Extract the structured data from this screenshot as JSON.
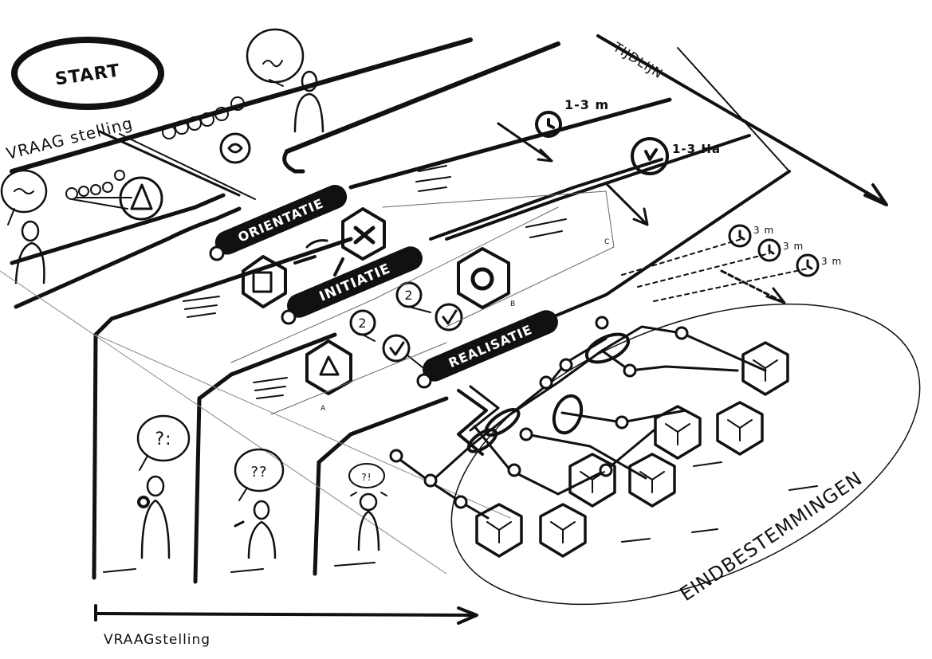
{
  "labels": {
    "start": "START",
    "vraagstelling_top": "VRAAG stelling",
    "vraagstelling_bottom": "VRAAGstelling",
    "tijdlijn": "TIJDLIJN",
    "eindbestemmingen": "EINDBESTEMMINGEN"
  },
  "phases": {
    "orientatie": "ORIENTATIE",
    "initiatie": "INITIATIE",
    "realisatie": "REALISATIE"
  },
  "durations": {
    "d1": "1-3 m",
    "d2": "1-3 Ha",
    "d3": "3 m",
    "d4": "3 m",
    "d5": "3 m"
  },
  "steps": {
    "two_a": "2",
    "two_b": "2"
  },
  "speech": {
    "question_big": "?:",
    "question_mid": "??",
    "question_small": "?!"
  },
  "tiny": {
    "a": "A",
    "b": "B",
    "c": "C"
  },
  "colors": {
    "ink": "#111111",
    "paper": "#ffffff"
  }
}
